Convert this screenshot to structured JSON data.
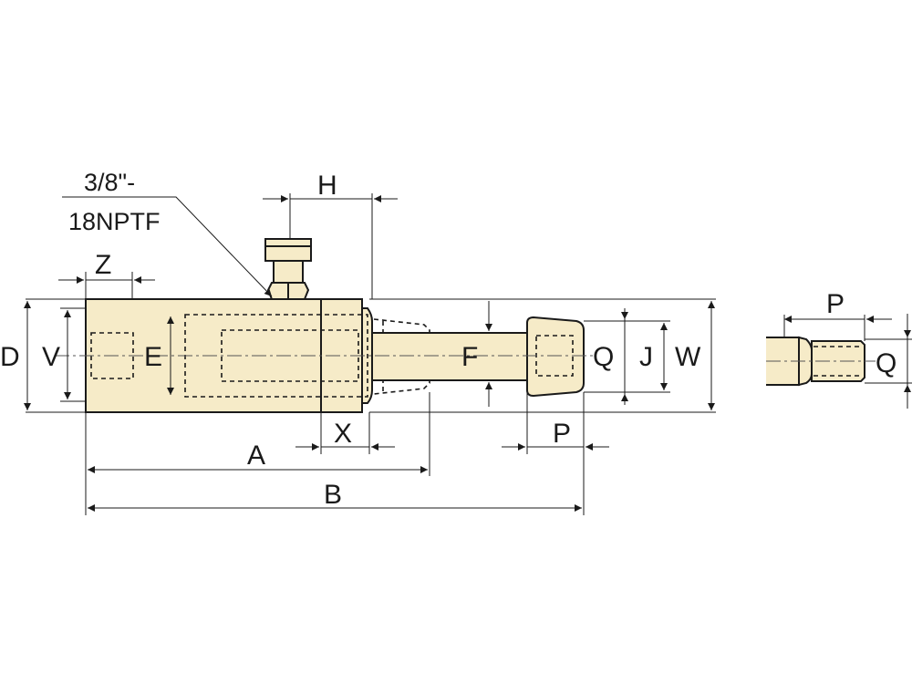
{
  "drawing": {
    "colors": {
      "body_fill": "#f6ebc8",
      "line": "#1a1a1a"
    },
    "port_label": {
      "line1": "3/8\"-",
      "line2": "18NPTF"
    },
    "dimensions": {
      "A": "A",
      "B": "B",
      "D": "D",
      "E": "E",
      "F": "F",
      "H": "H",
      "J": "J",
      "P": "P",
      "Q": "Q",
      "V": "V",
      "W": "W",
      "X": "X",
      "Z": "Z"
    },
    "detail_view": {
      "P": "P",
      "Q": "Q"
    }
  }
}
